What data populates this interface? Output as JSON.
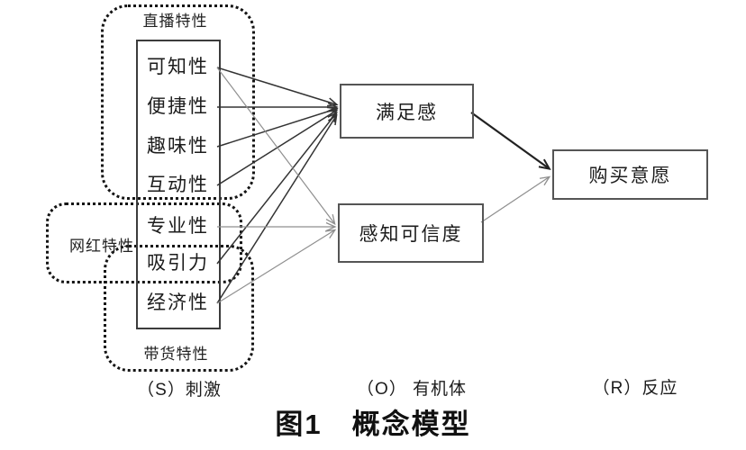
{
  "title": {
    "caption": "图1　概念模型"
  },
  "groups": {
    "live": {
      "label": "直播特性"
    },
    "influencer": {
      "label": "网红特性"
    },
    "selling": {
      "label": "带货特性"
    }
  },
  "stimulus": {
    "items": [
      {
        "label": "可知性"
      },
      {
        "label": "便捷性"
      },
      {
        "label": "趣味性"
      },
      {
        "label": "互动性"
      },
      {
        "label": "专业性"
      },
      {
        "label": "吸引力"
      },
      {
        "label": "经济性"
      }
    ]
  },
  "organism": {
    "satisfaction": {
      "label": "满足感"
    },
    "credibility": {
      "label": "感知可信度"
    }
  },
  "response": {
    "purchase": {
      "label": "购买意愿"
    }
  },
  "sor_labels": {
    "stimulus": "（S）刺激",
    "organism": "（O） 有机体",
    "response": "（R）反应"
  },
  "edges": [
    {
      "from": "可知性",
      "to": "满足感",
      "style": "dark"
    },
    {
      "from": "便捷性",
      "to": "满足感",
      "style": "dark"
    },
    {
      "from": "趣味性",
      "to": "满足感",
      "style": "dark"
    },
    {
      "from": "互动性",
      "to": "满足感",
      "style": "dark"
    },
    {
      "from": "吸引力",
      "to": "满足感",
      "style": "dark"
    },
    {
      "from": "经济性",
      "to": "满足感",
      "style": "dark"
    },
    {
      "from": "可知性",
      "to": "感知可信度",
      "style": "light"
    },
    {
      "from": "专业性",
      "to": "感知可信度",
      "style": "light"
    },
    {
      "from": "经济性",
      "to": "感知可信度",
      "style": "light"
    },
    {
      "from": "满足感",
      "to": "购买意愿",
      "style": "bold"
    },
    {
      "from": "感知可信度",
      "to": "购买意愿",
      "style": "light"
    }
  ],
  "colors": {
    "line_dark": "#333333",
    "line_light": "#8f8f8f",
    "box_border": "#4a4a4a",
    "dotted_border": "#141414",
    "text": "#1c1c1c"
  }
}
